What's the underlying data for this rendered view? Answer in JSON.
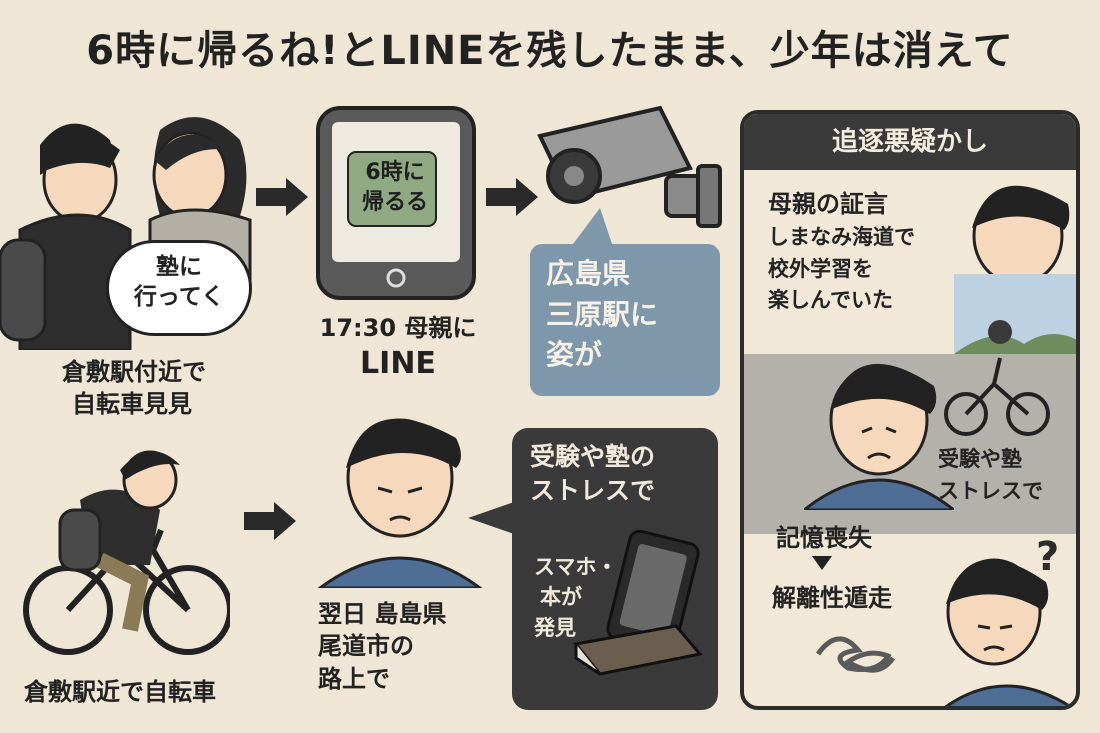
{
  "title": "6時に帰るね!とLINEを残したまま、少年は消えて",
  "scene1": {
    "bubble_line1": "塾に",
    "bubble_line2": "行ってく",
    "caption_line1": "倉敷駅付近で",
    "caption_line2": "自転車見見"
  },
  "phone": {
    "message_line1": "6時に",
    "message_line2": "帰るる",
    "caption_line1": "17:30 母親に",
    "caption_line2": "LINE"
  },
  "camera": {
    "box_line1": "広島県",
    "box_line2": "三原駅に",
    "box_line3": "姿が"
  },
  "bicycle": {
    "caption": "倉敷駅近で自転車"
  },
  "boy": {
    "caption_line1": "翌日 島島県",
    "caption_line2": "尾道市の",
    "caption_line3": "路上で"
  },
  "stress": {
    "title_line1": "受験や塾の",
    "title_line2": "ストレスで",
    "sub_line1": "スマホ・",
    "sub_line2": "本が",
    "sub_line3": "発見"
  },
  "sidebar": {
    "header": "追逐悪疑かし",
    "testimony_title": "母親の証言",
    "testimony_line1": "しまなみ海道で",
    "testimony_line2": "校外学習を",
    "testimony_line3": "楽しんでいた",
    "stress_line1": "受験や塾",
    "stress_line2": "ストレスで",
    "memory": "記憶喪失",
    "disorder": "解離性遁走",
    "question_mark": "?"
  },
  "colors": {
    "background": "#efe6d6",
    "dark_panel": "#3a3a3a",
    "blue_box": "#7f97ab",
    "screen_green": "#8fa982",
    "shirt_blue": "#4e6e96"
  }
}
